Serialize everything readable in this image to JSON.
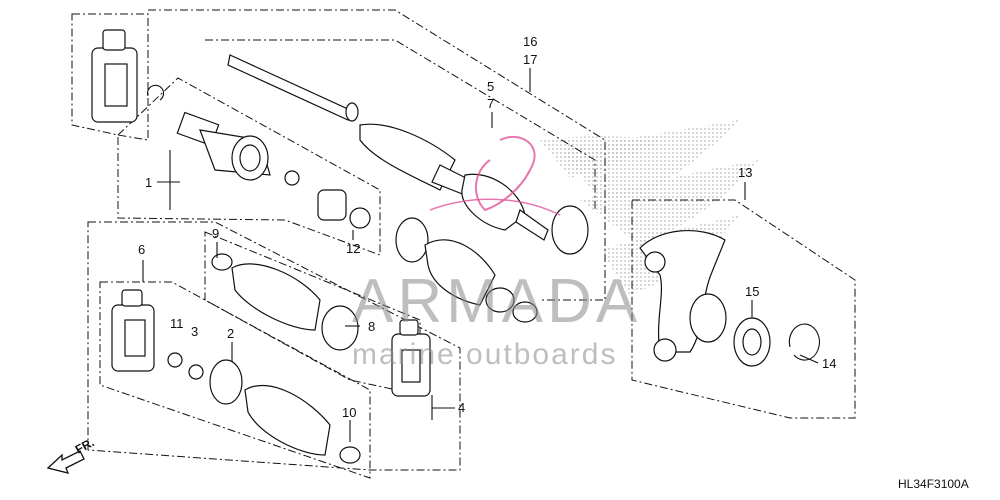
{
  "diagram": {
    "callouts": {
      "c1": "1",
      "c2": "2",
      "c3": "3",
      "c4": "4",
      "c5": "5",
      "c6": "6",
      "c7": "7",
      "c8": "8",
      "c9": "9",
      "c10": "10",
      "c11": "11",
      "c12": "12",
      "c13": "13",
      "c14": "14",
      "c15": "15",
      "c16": "16",
      "c17": "17"
    },
    "diagram_code": "HL34F3100A",
    "direction_label": "FR.",
    "watermark": {
      "brand": "ARMADA",
      "tagline": "marine outboards"
    }
  },
  "colors": {
    "line": "#111111",
    "watermark": "#8a8a8a",
    "accent": "#e0559a"
  },
  "icons": [
    "front-direction-arrow-icon",
    "armada-logo-icon"
  ]
}
